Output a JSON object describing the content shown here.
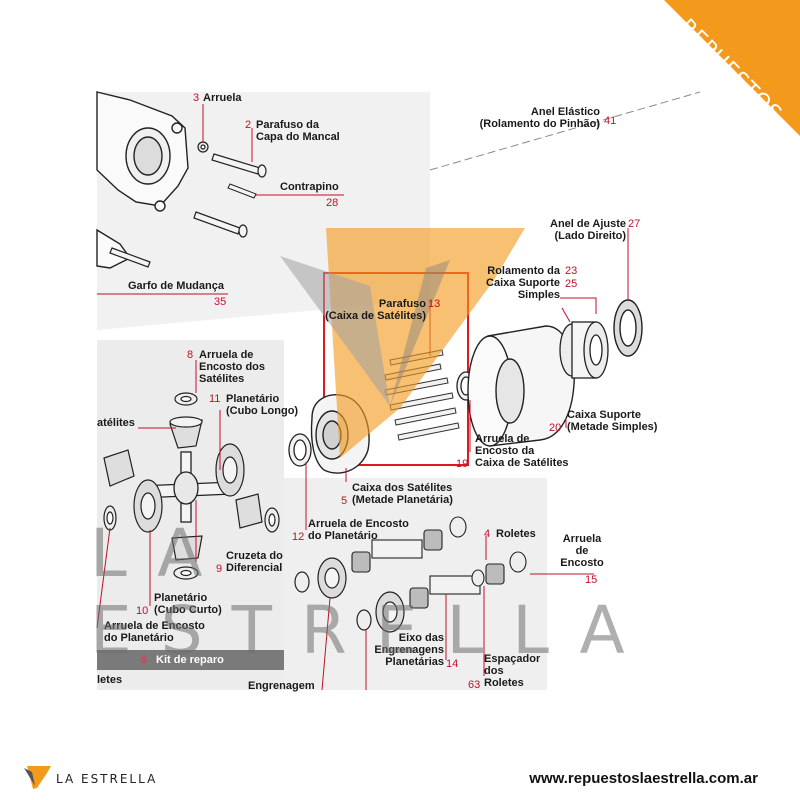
{
  "banner": {
    "line1": "REPUESTOS",
    "line2": "LA ESTRELLA"
  },
  "watermark": "LA ESTRELLA",
  "footer": {
    "brand": "LA ESTRELLA",
    "url": "www.repuestoslaestrella.com.ar"
  },
  "kit": {
    "num": "6",
    "label": "Kit de reparo"
  },
  "colors": {
    "accent": "#f39a1c",
    "callout": "#c0102a",
    "highlight": "#e0181e",
    "text": "#1a1a1a"
  },
  "labels": {
    "arruela3": {
      "num": "3",
      "text": "Arruela"
    },
    "parafuso2": {
      "num": "2",
      "text": "Parafuso da\nCapa do Mancal"
    },
    "contrapino28": {
      "num": "28",
      "text": "Contrapino"
    },
    "garfo35": {
      "num": "35",
      "text": "Garfo de Mudança"
    },
    "anel41": {
      "num": "41",
      "text": "Anel Elástico\n(Rolamento do Pinhão)"
    },
    "anelajuste27": {
      "num": "27",
      "text": "Anel de Ajuste\n(Lado Direito)"
    },
    "rolamento2325": {
      "num1": "23",
      "num2": "25",
      "text": "Rolamento da\nCaixa Suporte\nSimples"
    },
    "parafuso13": {
      "num": "13",
      "text": "Parafuso\n(Caixa de Satélites)"
    },
    "caixasuporte20": {
      "num": "20",
      "text": "Caixa Suporte\n(Metade Simples)"
    },
    "arruela19": {
      "num": "19",
      "text": "Arruela de\nEncosto da\nCaixa de Satélites"
    },
    "arruela8": {
      "num": "8",
      "text": "Arruela de\nEncosto dos\nSatélites"
    },
    "planetario11": {
      "num": "11",
      "text": "Planetário\n(Cubo Longo)"
    },
    "satelites": {
      "text": "atélites"
    },
    "caixa5": {
      "num": "5",
      "text": "Caixa dos Satélites\n(Metade Planetária)"
    },
    "arruela12": {
      "num": "12",
      "text": "Arruela de Encosto\ndo Planetário"
    },
    "roletes4": {
      "num": "4",
      "text": "Roletes"
    },
    "arruela15": {
      "num": "15",
      "text": "Arruela\nde\nEncosto"
    },
    "cruzeta9": {
      "num": "9",
      "text": "Cruzeta do\nDiferencial"
    },
    "planetario10": {
      "num": "10",
      "text": "Planetário\n(Cubo Curto)"
    },
    "arruela_left": {
      "text": "Arruela de Encosto\ndo Planetário"
    },
    "eixo14": {
      "num": "14",
      "text": "Eixo das\nEngrenagens\nPlanetárias"
    },
    "espacador63": {
      "num": "63",
      "text": "Espaçador\ndos\nRoletes"
    },
    "engrenagem": {
      "text": "Engrenagem"
    },
    "cut_bottom": {
      "text": "letes"
    }
  }
}
